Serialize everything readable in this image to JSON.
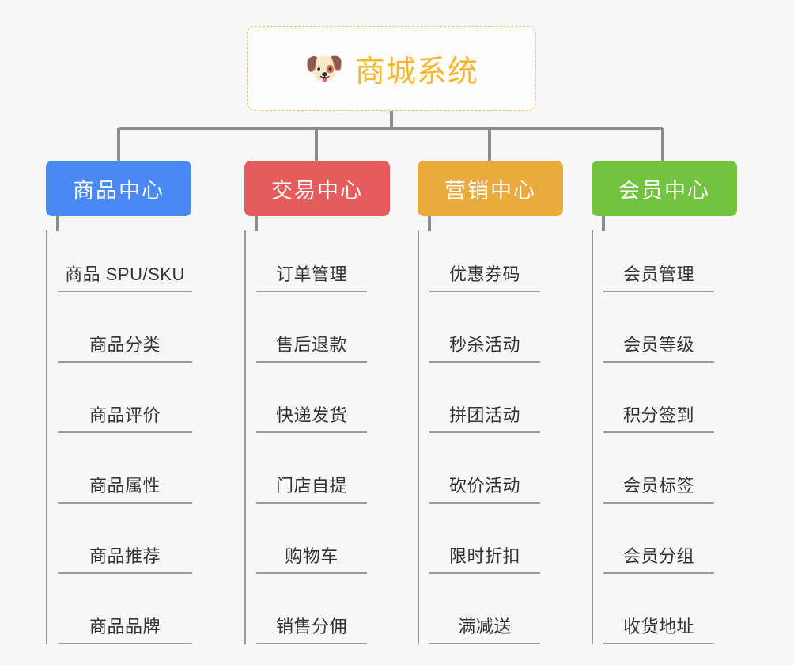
{
  "diagram": {
    "background_color": "#f7f7f7",
    "root": {
      "icon": "shiba-dog-face-icon",
      "icon_glyph": "🐶",
      "title": "商城系统",
      "title_color": "#f5b72e",
      "border_color": "#f0c068"
    },
    "columns": [
      {
        "header": "商品中心",
        "color": "#4a89f3",
        "items": [
          "商品 SPU/SKU",
          "商品分类",
          "商品评价",
          "商品属性",
          "商品推荐",
          "商品品牌"
        ]
      },
      {
        "header": "交易中心",
        "color": "#e65c5c",
        "items": [
          "订单管理",
          "售后退款",
          "快递发货",
          "门店自提",
          "购物车",
          "销售分佣"
        ]
      },
      {
        "header": "营销中心",
        "color": "#eaab3c",
        "items": [
          "优惠券码",
          "秒杀活动",
          "拼团活动",
          "砍价活动",
          "限时折扣",
          "满减送"
        ]
      },
      {
        "header": "会员中心",
        "color": "#74c340",
        "items": [
          "会员管理",
          "会员等级",
          "积分签到",
          "会员标签",
          "会员分组",
          "收货地址"
        ]
      }
    ],
    "connector_color": "#8c8c8c"
  }
}
